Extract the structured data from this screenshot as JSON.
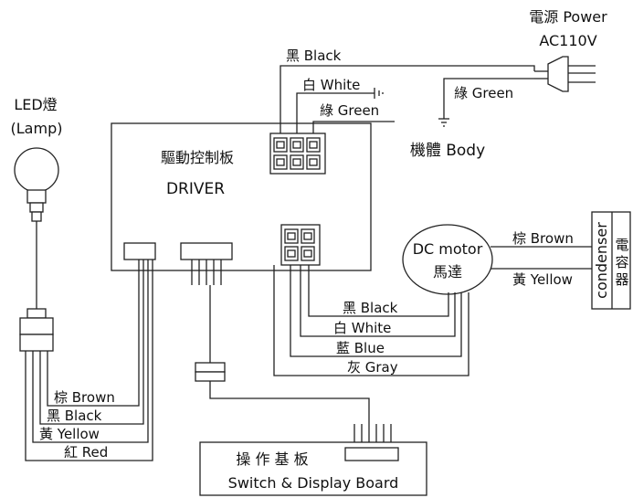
{
  "labels": {
    "power": "電源 Power",
    "power_spec": "AC110V",
    "black_top": "黑 Black",
    "white_top": "白 White",
    "green_top": "綠 Green",
    "green_right": "綠 Green",
    "body": "機體 Body",
    "lamp_title": "LED燈",
    "lamp_sub": "(Lamp)",
    "driver_cn": "驅動控制板",
    "driver_en": "DRIVER",
    "motor_en": "DC motor",
    "motor_cn": "馬達",
    "brown_motor": "棕 Brown",
    "yellow_motor": "黃 Yellow",
    "condenser_en": "condenser",
    "condenser_cn": "電容器",
    "black_motor": "黑 Black",
    "white_motor": "白 White",
    "blue_motor": "藍 Blue",
    "gray_motor": "灰 Gray",
    "brown_lamp": "棕 Brown",
    "black_lamp": "黑 Black",
    "yellow_lamp": "黃 Yellow",
    "red_lamp": "紅 Red",
    "board_cn": "操 作 基 板",
    "board_en": "Switch & Display Board"
  }
}
